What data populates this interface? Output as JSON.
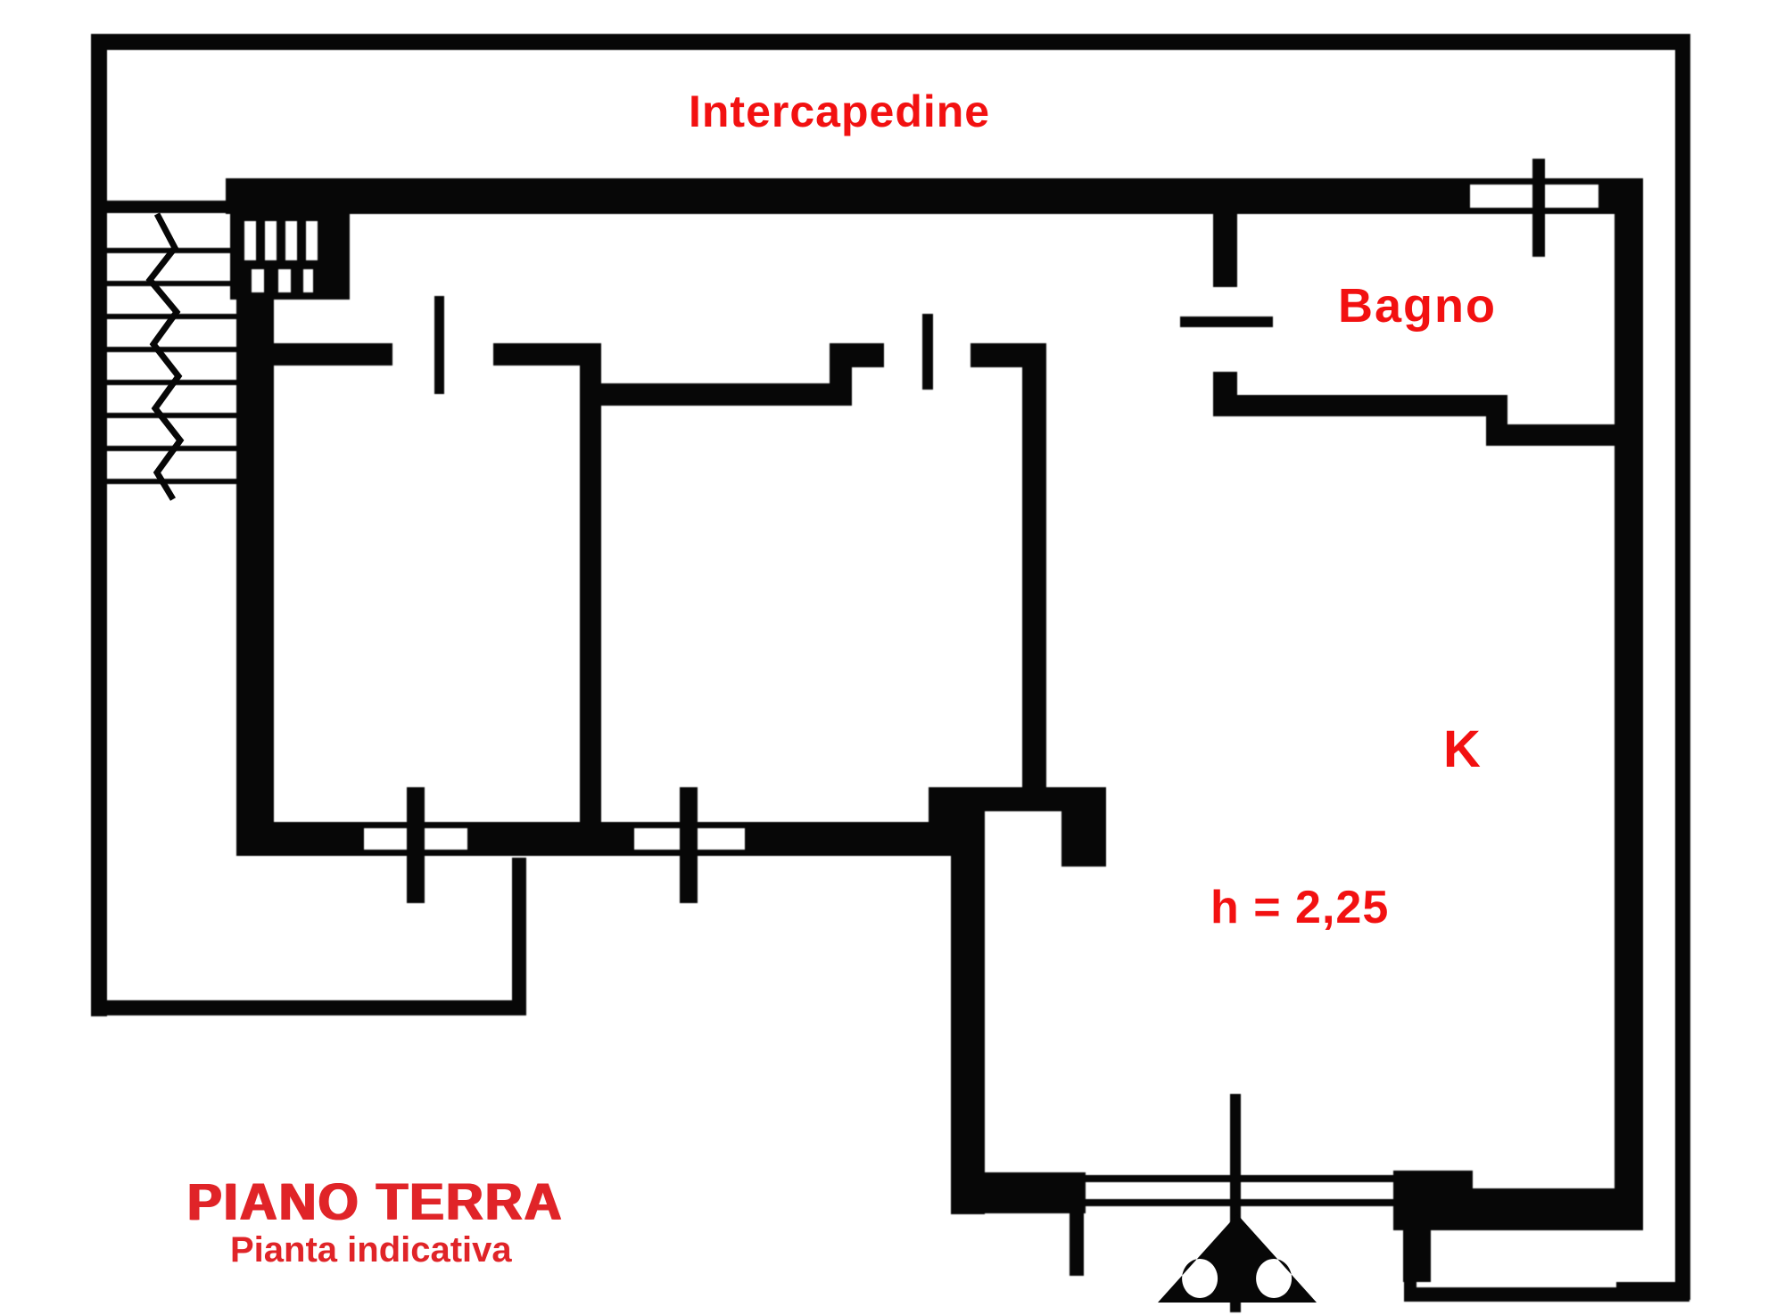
{
  "page": {
    "type": "floor-plan-drawing",
    "floor": "PIANO TERRA"
  },
  "labels": {
    "intercapedine": "Intercapedine",
    "bagno": "Bagno",
    "k": "K",
    "height_note": "h = 2,25",
    "title": "PIANO TERRA",
    "subtitle": "Pianta indicativa"
  },
  "colors": {
    "label_red": "#f21111",
    "title_red": "#e02428",
    "ink": "#070707",
    "background": "#ffffff"
  }
}
